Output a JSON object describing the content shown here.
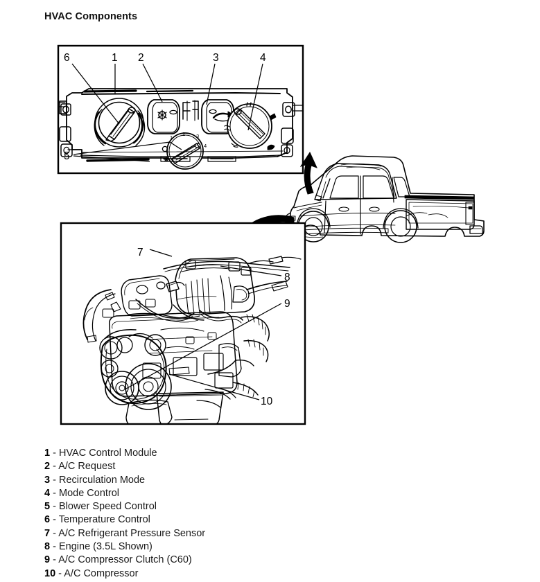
{
  "page": {
    "title": "HVAC Components"
  },
  "figure": {
    "panels": [
      {
        "name": "hvac-control-panel-detail",
        "callouts": [
          "6",
          "1",
          "2",
          "3",
          "4",
          "5"
        ]
      },
      {
        "name": "vehicle-illustration",
        "description": "crew-cab-pickup-truck"
      },
      {
        "name": "engine-compartment-detail",
        "callouts": [
          "7",
          "8",
          "9",
          "10"
        ]
      }
    ],
    "control_panel": {
      "blower_knob_marks": [
        "1",
        "2",
        "3",
        "4"
      ],
      "callout_1": "1",
      "callout_2": "2",
      "callout_3": "3",
      "callout_4": "4",
      "callout_5": "5",
      "callout_6": "6"
    },
    "engine": {
      "callout_7": "7",
      "callout_8": "8",
      "callout_9": "9",
      "callout_10": "10"
    }
  },
  "legend": {
    "separator": "-",
    "items": [
      {
        "num": "1",
        "label": "HVAC Control Module"
      },
      {
        "num": "2",
        "label": "A/C Request"
      },
      {
        "num": "3",
        "label": "Recirculation Mode"
      },
      {
        "num": "4",
        "label": "Mode Control"
      },
      {
        "num": "5",
        "label": "Blower Speed Control"
      },
      {
        "num": "6",
        "label": "Temperature Control"
      },
      {
        "num": "7",
        "label": "A/C Refrigerant Pressure Sensor"
      },
      {
        "num": "8",
        "label": "Engine (3.5L Shown)"
      },
      {
        "num": "9",
        "label": "A/C Compressor Clutch (C60)"
      },
      {
        "num": "10",
        "label": "A/C Compressor"
      }
    ]
  },
  "colors": {
    "ink": "#000000",
    "page": "#ffffff",
    "shade": "#e8e8e8"
  }
}
